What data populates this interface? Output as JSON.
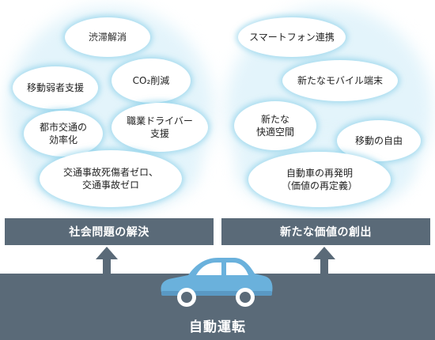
{
  "left_group": {
    "bubbles": [
      {
        "label": "渋滞解消"
      },
      {
        "label": "移動弱者支援"
      },
      {
        "label": "CO₂削減"
      },
      {
        "label": "都市交通の\n効率化"
      },
      {
        "label": "職業ドライバー\n支援"
      },
      {
        "label": "交通事故死傷者ゼロ、\n交通事故ゼロ"
      }
    ],
    "bar_label": "社会問題の解決"
  },
  "right_group": {
    "bubbles": [
      {
        "label": "スマートフォン連携"
      },
      {
        "label": "新たなモバイル端末"
      },
      {
        "label": "新たな\n快適空間"
      },
      {
        "label": "移動の自由"
      },
      {
        "label": "自動車の再発明\n（価値の再定義）"
      }
    ],
    "bar_label": "新たな価値の創出"
  },
  "base_label": "自動運転",
  "colors": {
    "bar": "#5a6a78",
    "bubble_glow": "#78c8e6",
    "cloud": "#e3f4fb",
    "car_body": "#6ab1dc",
    "car_window": "#ffffff"
  }
}
